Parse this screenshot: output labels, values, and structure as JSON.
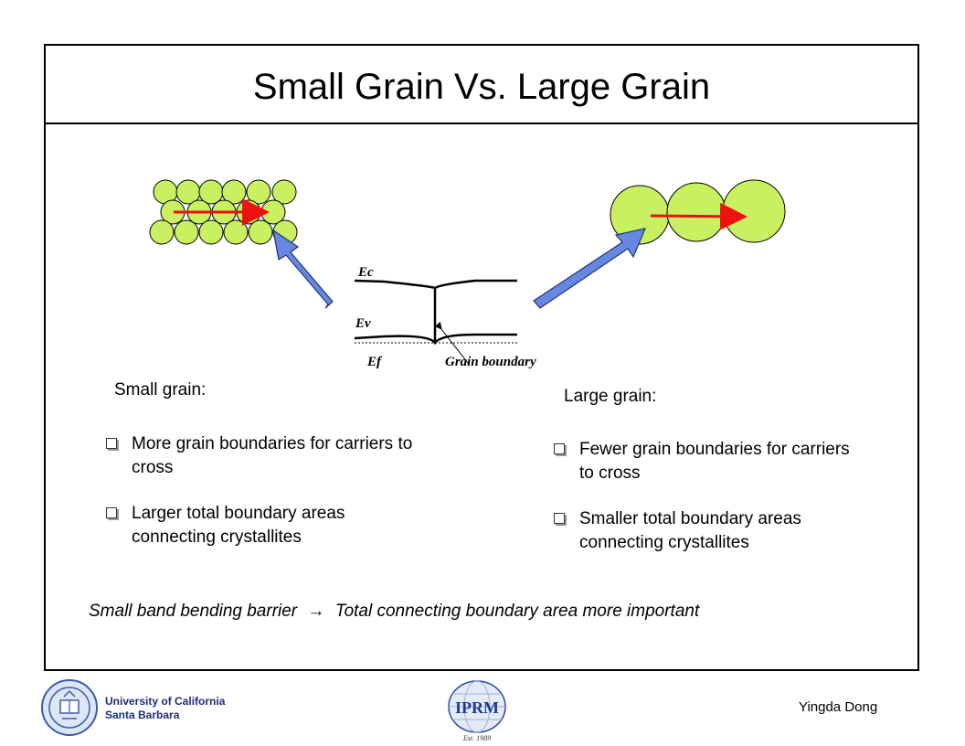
{
  "slide": {
    "title": "Small Grain Vs. Large Grain"
  },
  "diagram": {
    "ec_label": "Ec",
    "ev_label": "Ev",
    "ef_label": "Ef",
    "boundary_label": "Grain boundary"
  },
  "left": {
    "heading": "Small grain:",
    "bullets": [
      "More grain boundaries for carriers to cross",
      "Larger total boundary areas connecting crystallites"
    ]
  },
  "right": {
    "heading": "Large grain:",
    "bullets": [
      "Fewer grain boundaries for carriers to cross",
      "Smaller total boundary areas connecting crystallites"
    ]
  },
  "conclusion": {
    "lhs": "Small band bending barrier",
    "arrow": "→",
    "rhs": "Total connecting boundary area more important"
  },
  "footer": {
    "university_line1": "University of California",
    "university_line2": "Santa Barbara",
    "iprm_logo_text": "IPRM",
    "iprm_logo_est": "Est. 1989",
    "author": "Yingda Dong"
  },
  "colors": {
    "grain_fill": "#c8f060",
    "carrier_arrow": "#ee1111",
    "pointer_arrow": "#6688e0",
    "footer_text": "#1a2f7a"
  }
}
